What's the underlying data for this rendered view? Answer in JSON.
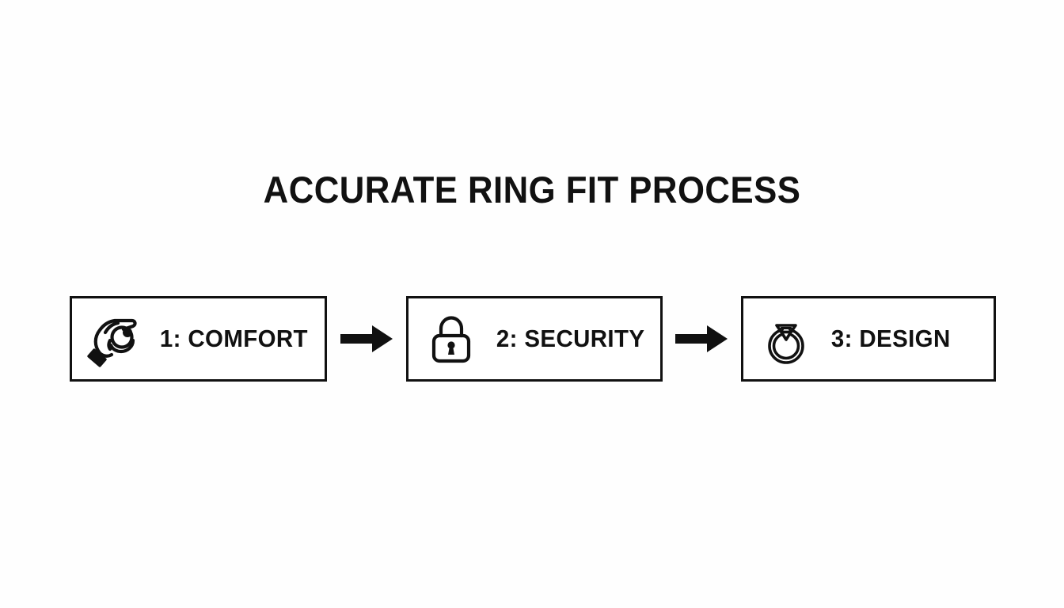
{
  "page": {
    "title": "ACCURATE RING FIT PROCESS",
    "background_color": "#fefefe",
    "ink_color": "#111111"
  },
  "diagram": {
    "type": "linear-process-flow",
    "step_count": 3,
    "connector": "solid-right-arrow",
    "steps": [
      {
        "label": "1: COMFORT",
        "number": "1",
        "name": "COMFORT",
        "icon": "hand-pinching-ring-icon"
      },
      {
        "label": "2: SECURITY",
        "number": "2",
        "name": "SECURITY",
        "icon": "padlock-icon"
      },
      {
        "label": "3: DESIGN",
        "number": "3",
        "name": "DESIGN",
        "icon": "diamond-ring-icon"
      }
    ],
    "arrows": [
      {
        "label": "arrow-step1-to-step2"
      },
      {
        "label": "arrow-step2-to-step3"
      }
    ]
  }
}
